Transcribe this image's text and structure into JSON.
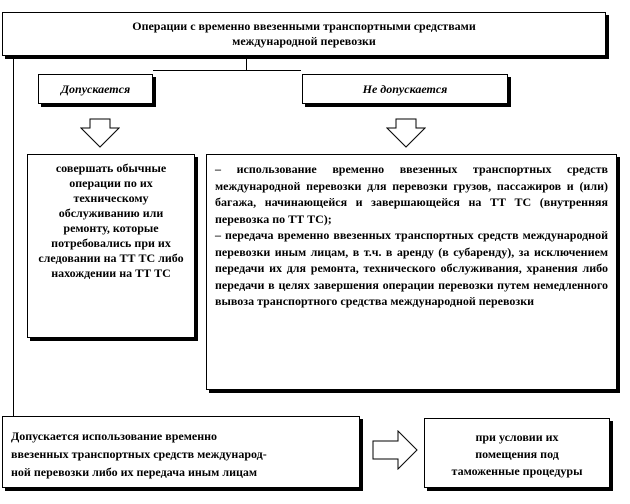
{
  "header": {
    "line1": "Операции с временно ввезенными транспортными средствами",
    "line2": "международной перевозки"
  },
  "allowed_label": "Допускается",
  "not_allowed_label": "Не допускается",
  "allowed_text": "совершать обычные операции по их техническому обслуживанию или ремонту, которые потребовались при их следовании на ТТ ТС либо нахождении на ТТ ТС",
  "not_allowed_items": [
    "–  использование временно ввезенных транспортных средств международной перевозки для перевозки грузов, пассажиров и (или) багажа, начинающейся и завершающейся на ТТ ТС (внутренняя перевозка по ТТ ТС);",
    "–  передача временно ввезенных транспортных средств международной перевозки иным лицам, в т.ч. в аренду (в субаренду), за исключением передачи их для ремонта, технического обслуживания, хранения либо передачи в целях завершения операции перевозки путем немедленного вывоза транспортного средства международной перевозки"
  ],
  "bottom_left": {
    "line1": "Допускается использование временно",
    "line2": "ввезенных транспортных средств международ-",
    "line3": "ной перевозки либо их передача иным лицам"
  },
  "bottom_right": {
    "line1": "при условии их",
    "line2": "помещения  под",
    "line3": "таможенные процедуры"
  }
}
